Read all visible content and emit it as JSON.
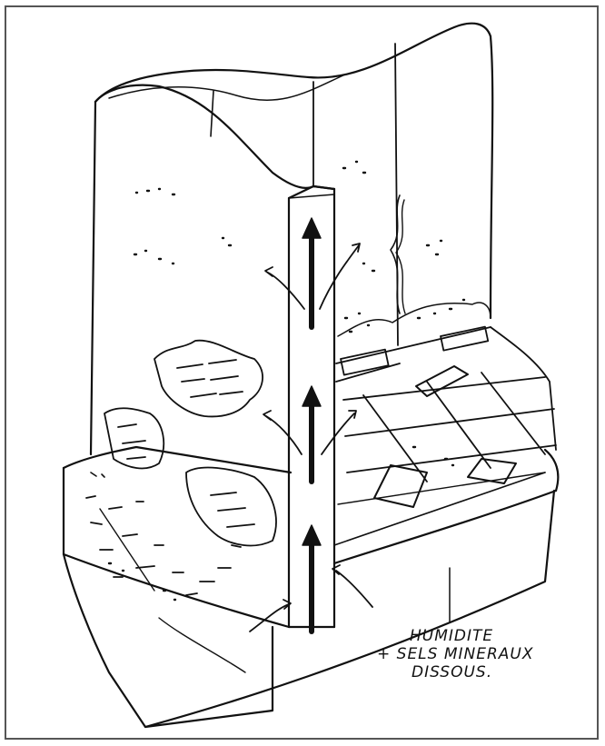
{
  "diagram": {
    "label_lines": [
      "HUMIDITE",
      "+ SELS MINERAUX",
      "DISSOUS."
    ]
  },
  "colors": {
    "ink": "#111111",
    "frame": "#555555",
    "background": "#ffffff"
  }
}
